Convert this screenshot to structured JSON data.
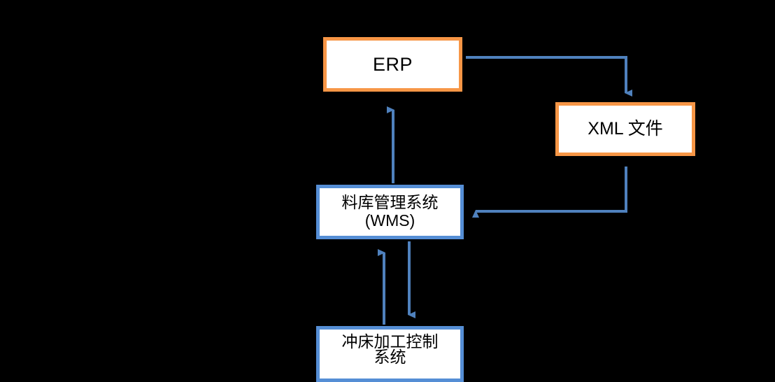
{
  "diagram": {
    "title": "",
    "background_color": "#000000",
    "nodes": [
      {
        "id": "erp",
        "label": "ERP",
        "border_color": "#F79646",
        "fill_color": "#FFFFFF",
        "text_color": "#000000"
      },
      {
        "id": "xml",
        "label": "XML 文件",
        "border_color": "#F79646",
        "fill_color": "#FFFFFF",
        "text_color": "#000000"
      },
      {
        "id": "wms",
        "label": "料库管理系统\n(WMS)",
        "border_color": "#558ED5",
        "fill_color": "#FFFFFF",
        "text_color": "#000000"
      },
      {
        "id": "press",
        "label": "冲床加工控制\n系统",
        "border_color": "#558ED5",
        "fill_color": "#FFFFFF",
        "text_color": "#000000"
      }
    ],
    "edges": [
      {
        "id": "erp-to-xml",
        "from": "erp",
        "to": "xml",
        "label": "",
        "color": "#4F81BD",
        "direction": "right-then-down"
      },
      {
        "id": "xml-to-wms",
        "from": "xml",
        "to": "wms",
        "label": "",
        "color": "#4F81BD",
        "direction": "down-then-left"
      },
      {
        "id": "wms-to-erp",
        "from": "wms",
        "to": "erp",
        "label": "",
        "color": "#4F81BD",
        "direction": "up"
      },
      {
        "id": "press-to-wms",
        "from": "press",
        "to": "wms",
        "label": "",
        "color": "#4F81BD",
        "direction": "up"
      },
      {
        "id": "wms-to-press",
        "from": "wms",
        "to": "press",
        "label": "",
        "color": "#4F81BD",
        "direction": "down"
      }
    ]
  }
}
